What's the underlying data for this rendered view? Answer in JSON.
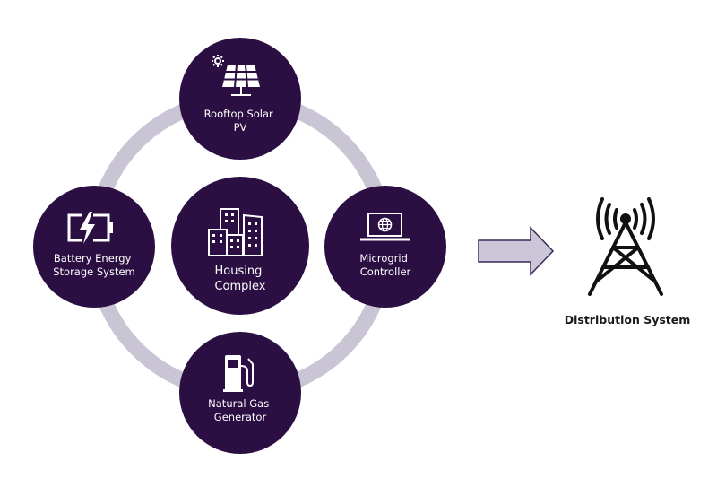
{
  "diagram": {
    "colors": {
      "node_fill": "#2b0f43",
      "ring": "#c9c5d4",
      "arrow_fill": "#cbc7d8",
      "arrow_stroke": "#3a2a55",
      "tower": "#111111",
      "icon": "#ffffff"
    },
    "center": {
      "id": "housing-complex",
      "label_lines": [
        "Housing",
        "Complex"
      ],
      "icon": "buildings-icon"
    },
    "nodes": [
      {
        "id": "rooftop-solar-pv",
        "label_lines": [
          "Rooftop Solar",
          "PV"
        ],
        "icon": "solar-panel-icon"
      },
      {
        "id": "microgrid-controller",
        "label_lines": [
          "Microgrid",
          "Controller"
        ],
        "icon": "laptop-globe-icon"
      },
      {
        "id": "natural-gas-generator",
        "label_lines": [
          "Natural Gas",
          "Generator"
        ],
        "icon": "fuel-pump-icon"
      },
      {
        "id": "battery-energy-storage-system",
        "label_lines": [
          "Battery Energy",
          "Storage System"
        ],
        "icon": "battery-charging-icon"
      }
    ],
    "flow": {
      "from": "microgrid",
      "to": "distribution-system",
      "direction": "right"
    },
    "target": {
      "id": "distribution-system",
      "label": "Distribution System",
      "icon": "transmission-tower-icon"
    }
  }
}
